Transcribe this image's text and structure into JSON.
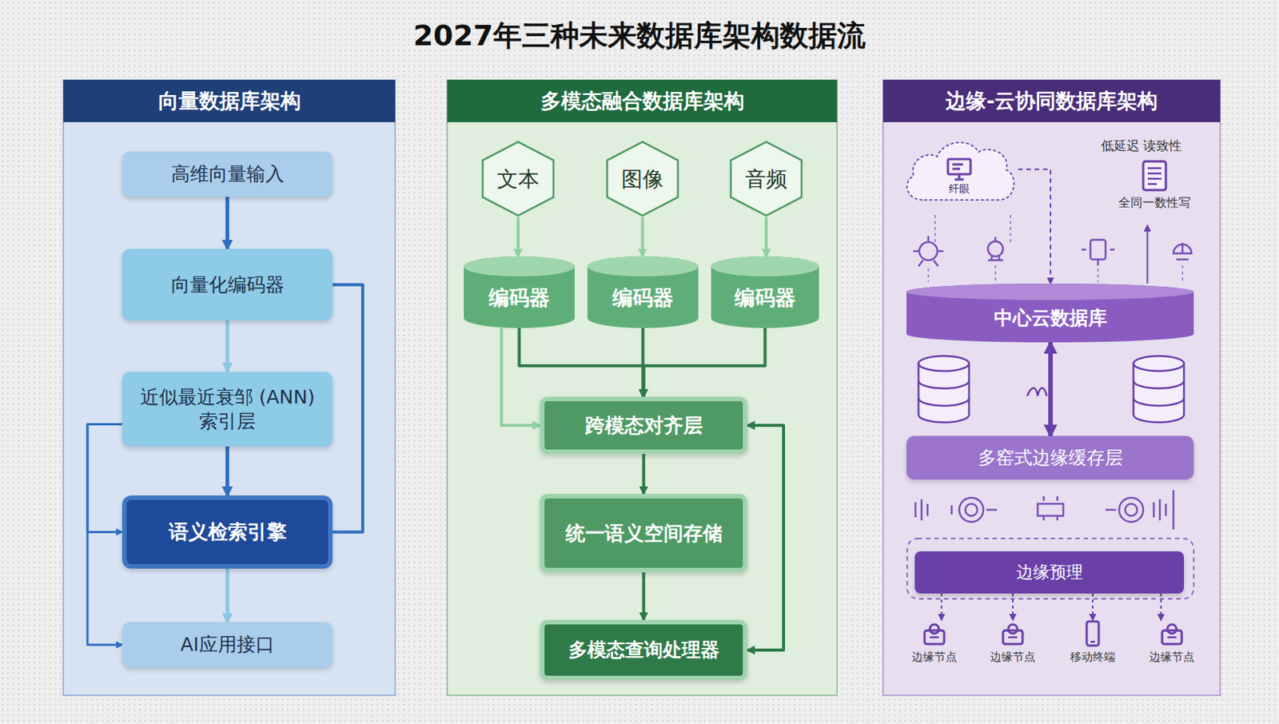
{
  "diagram": {
    "title": "2027年三种未来数据库架构数据流",
    "nodes": [
      {
        "text": [
          "向量数据库架构"
        ]
      },
      {
        "text": [
          "高维向量输入"
        ],
        "in": 0
      },
      {
        "text": [
          "向量化编码器"
        ],
        "in": 0
      },
      {
        "text": [
          "近似最近衰邹 (ANN) 索引层"
        ],
        "in": 0
      },
      {
        "text": [
          "语义检索引擎"
        ],
        "in": 0
      },
      {
        "text": [
          "AI应用接口"
        ],
        "in": 0
      },
      {
        "text": [
          "多模态融合数据库架构"
        ]
      },
      {
        "text": [
          "文本"
        ],
        "in": 6
      },
      {
        "text": [
          "图像"
        ],
        "in": 6
      },
      {
        "text": [
          "音频"
        ],
        "in": 6
      },
      {
        "text": [
          "编码器"
        ],
        "in": 6
      },
      {
        "text": [
          "编码器"
        ],
        "in": 6
      },
      {
        "text": [
          "编码器"
        ],
        "in": 6
      },
      {
        "text": [
          "跨模态对齐层"
        ],
        "in": 6
      },
      {
        "text": [
          "统一语义空间存储"
        ],
        "in": 6
      },
      {
        "text": [
          "多模态查询处理器"
        ],
        "in": 6
      },
      {
        "text": [
          "边缘-云协同数据库架构"
        ]
      },
      {
        "text": [
          "纤眼"
        ],
        "in": 16
      },
      {
        "text": [
          "全同一数性写"
        ],
        "in": 16
      },
      {
        "text": [
          "中心云数据库"
        ],
        "in": 16
      },
      {
        "text": [
          "多窑式边缘缓存层"
        ],
        "in": 16
      },
      {
        "text": [
          "边缘预理"
        ],
        "in": 16
      },
      {
        "text": [
          "边缘节点"
        ],
        "in": 16
      },
      {
        "text": [
          "边缘节点"
        ],
        "in": 16
      },
      {
        "text": [
          "移动终端"
        ],
        "in": 16
      },
      {
        "text": [
          "边缘节点"
        ],
        "in": 16
      }
    ],
    "edges": [
      {
        "from": 1,
        "to": 2,
        "arrow": "to"
      },
      {
        "from": 2,
        "to": 3,
        "arrow": "to"
      },
      {
        "from": 3,
        "to": 4,
        "arrow": "to"
      },
      {
        "from": 4,
        "to": 5,
        "arrow": "to"
      },
      {
        "from": 2,
        "to": 4,
        "arrow": "none"
      },
      {
        "from": 3,
        "to": 4,
        "arrow": "to"
      },
      {
        "from": 3,
        "to": 5,
        "arrow": "to"
      },
      {
        "from": 7,
        "to": 10,
        "arrow": "to"
      },
      {
        "from": 8,
        "to": 11,
        "arrow": "to"
      },
      {
        "from": 9,
        "to": 12,
        "arrow": "to"
      },
      {
        "from": 10,
        "to": 13,
        "arrow": "to"
      },
      {
        "from": 11,
        "to": 13,
        "arrow": "to"
      },
      {
        "from": 12,
        "to": 13,
        "arrow": "to"
      },
      {
        "from": 10,
        "to": 13,
        "arrow": "to"
      },
      {
        "from": 13,
        "to": 14,
        "arrow": "to"
      },
      {
        "from": 14,
        "to": 15,
        "arrow": "to"
      },
      {
        "from": 15,
        "to": 13,
        "arrow": "both"
      },
      {
        "from": 17,
        "to": 19,
        "arrow": "to"
      },
      {
        "from": 19,
        "to": 18,
        "arrow": "to"
      },
      {
        "from": 19,
        "to": 20,
        "arrow": "both"
      },
      {
        "from": 21,
        "to": 22,
        "arrow": "to"
      },
      {
        "from": 21,
        "to": 23,
        "arrow": "to"
      },
      {
        "from": 21,
        "to": 24,
        "arrow": "to"
      },
      {
        "from": 21,
        "to": 25,
        "arrow": "to"
      }
    ],
    "labels": [
      "低延迟 读致性"
    ]
  }
}
